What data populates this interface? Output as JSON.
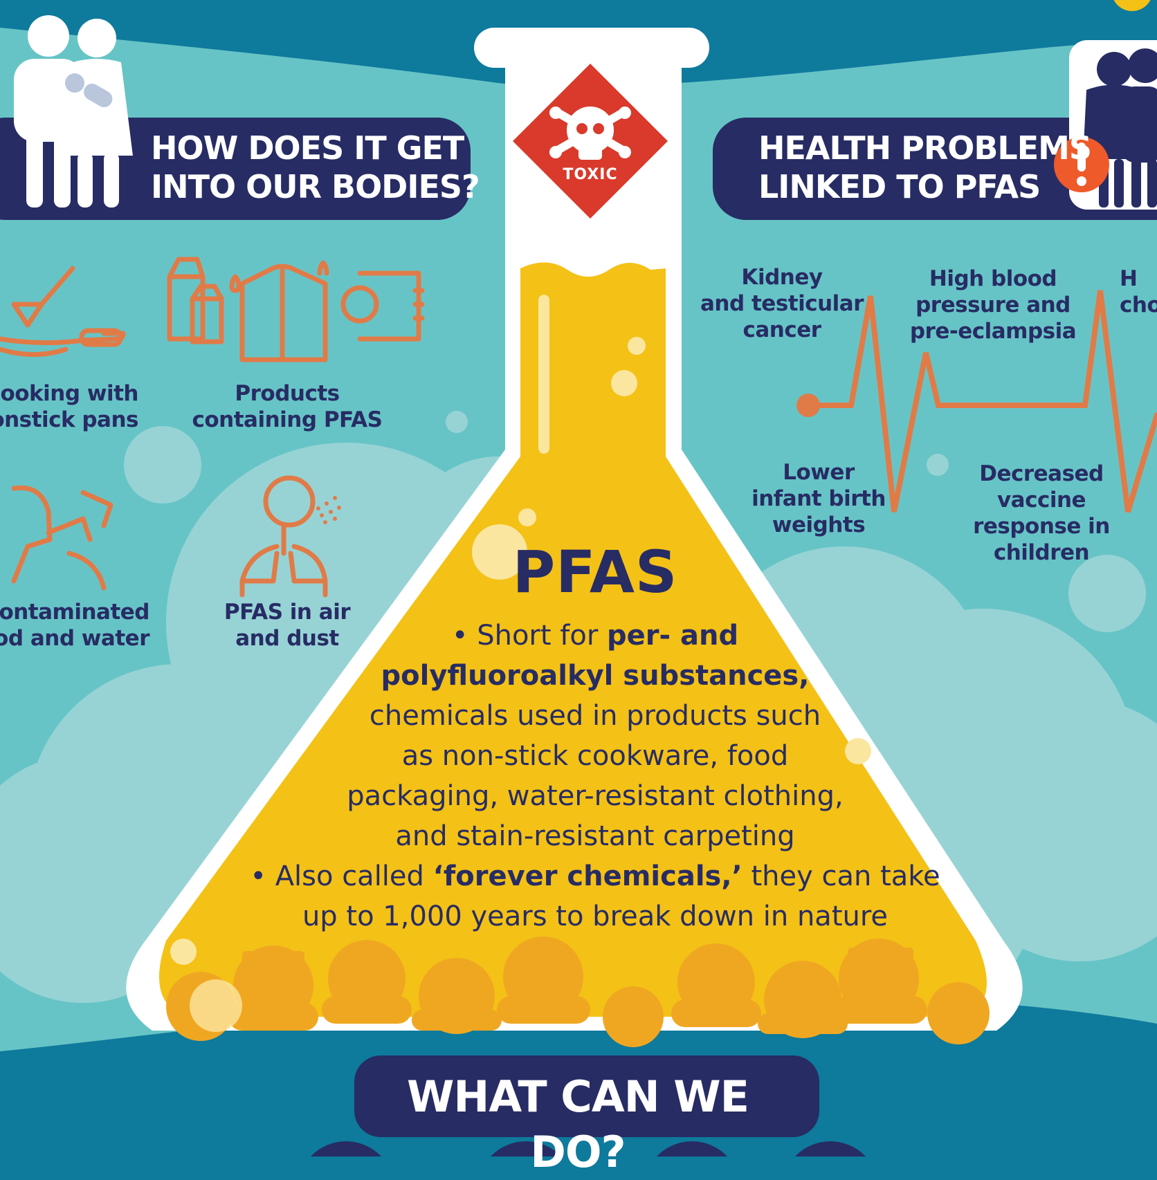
{
  "left_header": {
    "line1": "HOW DOES IT GET",
    "line2": "INTO OUR BODIES?"
  },
  "right_header": {
    "line1": "HEALTH PROBLEMS",
    "line2": "LINKED TO PFAS"
  },
  "exposure_items": [
    {
      "lines": [
        "ooking with",
        "onstick pans"
      ],
      "icon": "frying-pan-icon"
    },
    {
      "lines": [
        "Products",
        "containing PFAS"
      ],
      "icon": "products-icon"
    },
    {
      "lines": [
        "-contaminated",
        "od and water"
      ],
      "icon": "drinking-icon"
    },
    {
      "lines": [
        "PFAS in air",
        "and dust"
      ],
      "icon": "lungs-icon"
    }
  ],
  "health_items": [
    {
      "lines": [
        "Kidney",
        "and testicular",
        "cancer"
      ]
    },
    {
      "lines": [
        "High blood",
        "pressure and",
        "pre-eclampsia"
      ]
    },
    {
      "lines": [
        "H",
        "cho"
      ]
    },
    {
      "lines": [
        "Lower",
        "infant birth",
        "weights"
      ]
    },
    {
      "lines": [
        "Decreased",
        "vaccine",
        "response in",
        "children"
      ]
    }
  ],
  "toxic_badge": {
    "label": "TOXIC"
  },
  "pfas": {
    "title": "PFAS",
    "bullet1": {
      "pre": "Short for ",
      "bold1": "per- and",
      "bold2": "polyfluoroalkyl substances,",
      "rest": [
        "chemicals used in products such",
        "as non-stick cookware, food",
        "packaging, water-resistant clothing,",
        "and stain-resistant carpeting"
      ]
    },
    "bullet2": {
      "pre": "Also called ",
      "bold": "‘forever chemicals,’",
      "post": " they can take",
      "rest": "up to 1,000 years to break down in nature"
    }
  },
  "cta": {
    "label": "WHAT CAN WE DO?"
  },
  "colors": {
    "teal_dark": "#0e7a9c",
    "teal_light": "#67c4c6",
    "cloud": "#97d3d5",
    "navy": "#272c64",
    "orange": "#e07b48",
    "yellow": "#f4c116",
    "toxic_red": "#d93a2b",
    "alert_orange": "#ef5a2a"
  }
}
